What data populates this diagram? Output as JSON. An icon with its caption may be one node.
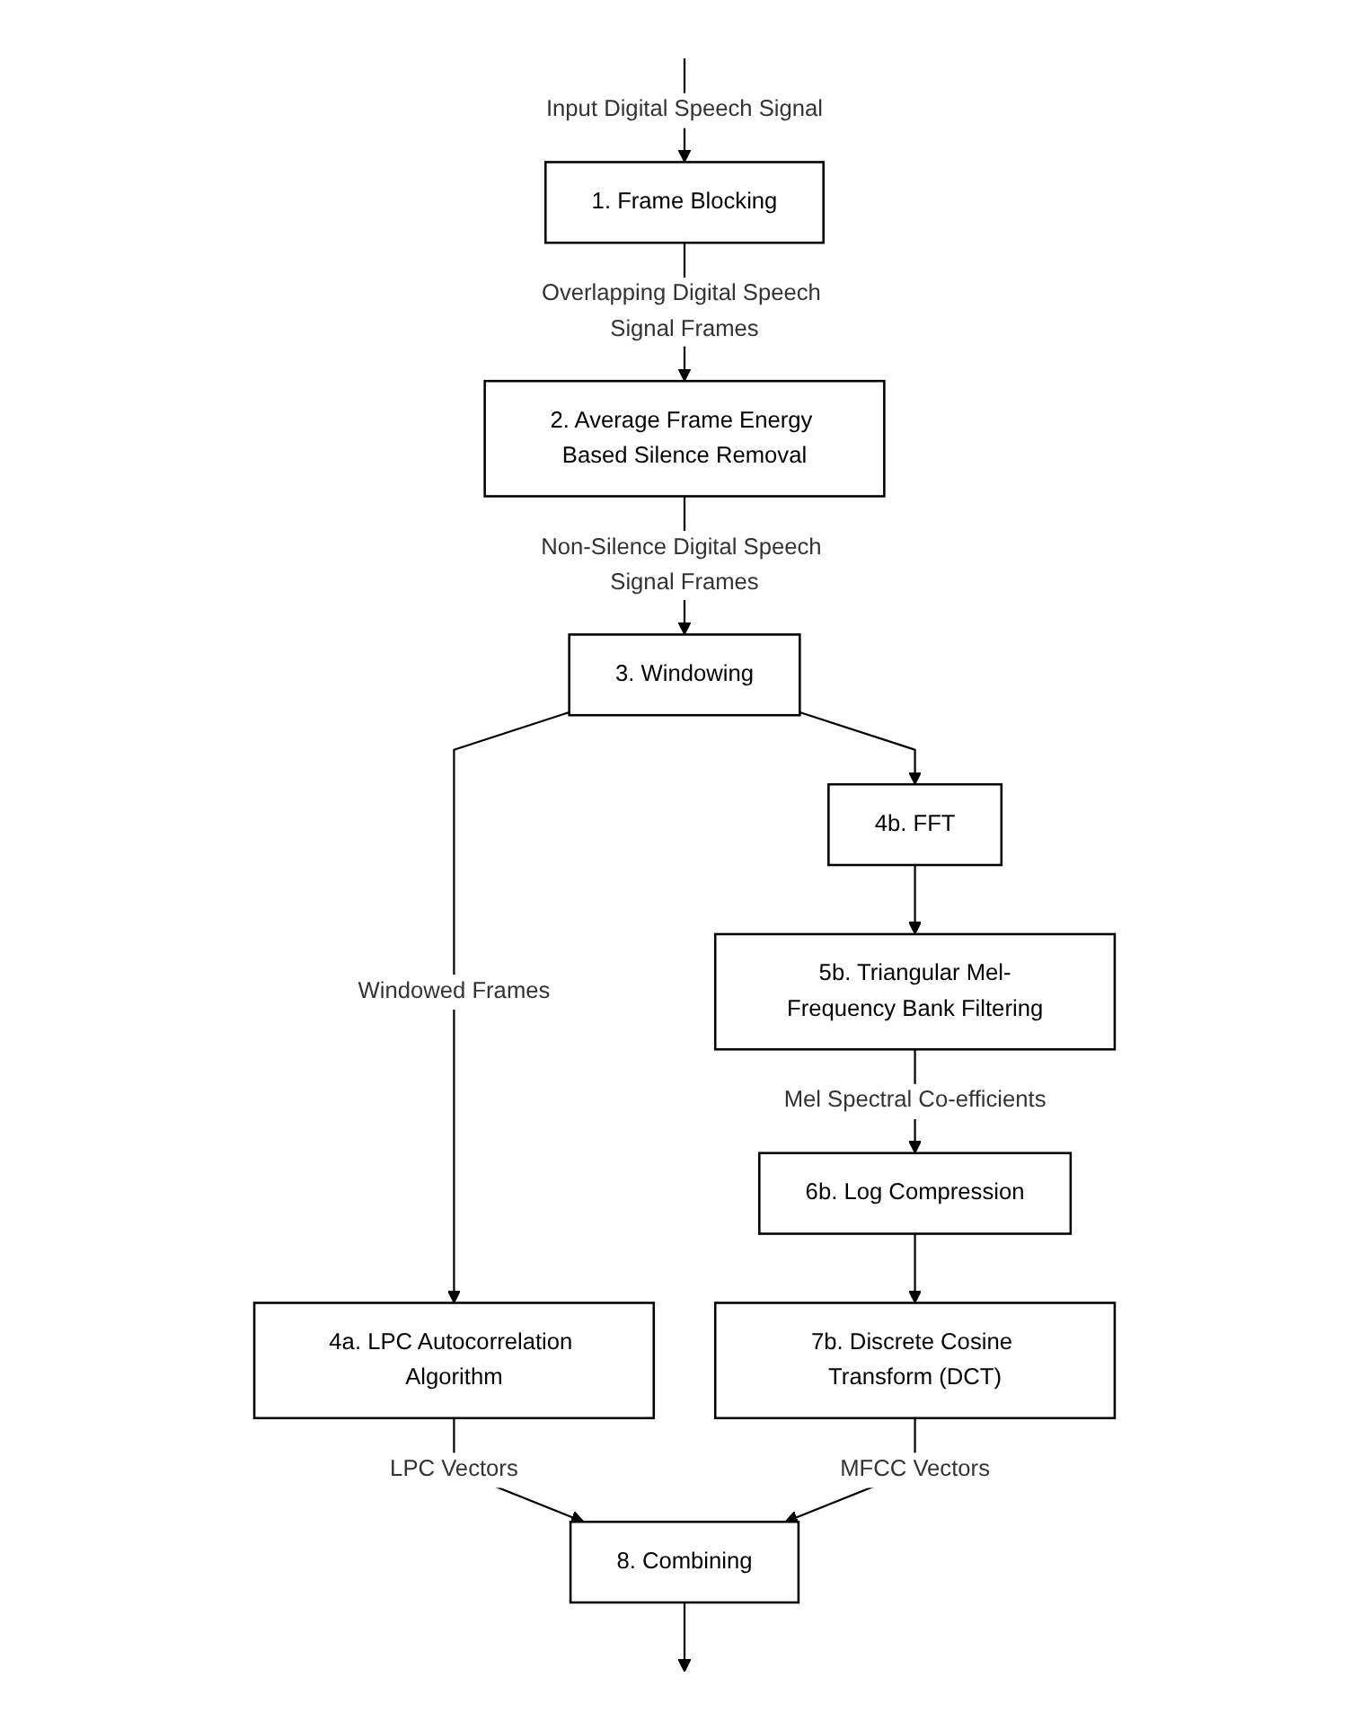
{
  "diagram": {
    "nodes": [
      {
        "text": [
          "1. Frame Blocking"
        ]
      },
      {
        "text": [
          "2. Average Frame Energy Based Silence Removal"
        ]
      },
      {
        "text": [
          "3. Windowing"
        ]
      },
      {
        "text": [
          "4a. LPC Autocorrelation Algorithm"
        ]
      },
      {
        "text": [
          "4b. FFT"
        ]
      },
      {
        "text": [
          "5b. Triangular Mel-Frequency Bank Filtering"
        ]
      },
      {
        "text": [
          "6b. Log Compression"
        ]
      },
      {
        "text": [
          "7b. Discrete Cosine Transform (DCT)"
        ]
      },
      {
        "text": [
          "8. Combining"
        ]
      }
    ],
    "edges": [
      {
        "from": null,
        "to": 0,
        "arrow": "to",
        "label": "Input Digital Speech Signal"
      },
      {
        "from": 0,
        "to": 1,
        "arrow": "to",
        "label": "Overlapping Digital Speech Signal Frames"
      },
      {
        "from": 1,
        "to": 2,
        "arrow": "to",
        "label": "Non-Silence Digital Speech Signal Frames"
      },
      {
        "from": 2,
        "to": 3,
        "arrow": "to",
        "label": "Windowed Frames"
      },
      {
        "from": 2,
        "to": 4,
        "arrow": "to"
      },
      {
        "from": 3,
        "to": 8,
        "arrow": "to",
        "label": "LPC Vectors"
      },
      {
        "from": 4,
        "to": 5,
        "arrow": "to"
      },
      {
        "from": 5,
        "to": 6,
        "arrow": "to",
        "label": "Mel Spectral Co-efficients"
      },
      {
        "from": 6,
        "to": 7,
        "arrow": "to"
      },
      {
        "from": 7,
        "to": 8,
        "arrow": "to",
        "label": "MFCC Vectors"
      },
      {
        "from": 8,
        "to": null,
        "arrow": "to"
      }
    ]
  }
}
